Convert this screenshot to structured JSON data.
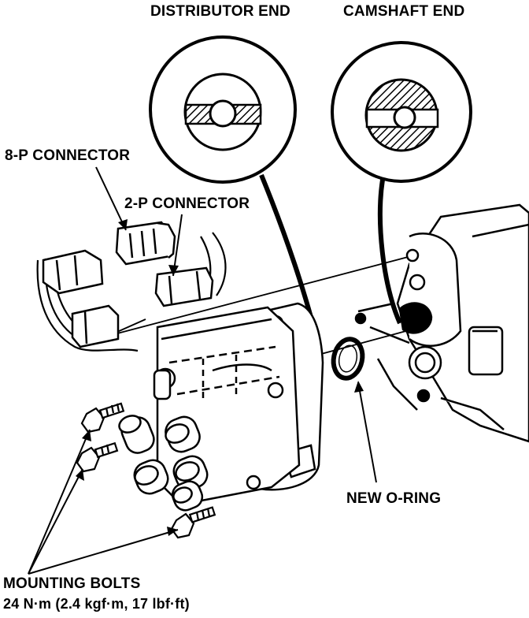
{
  "labels": {
    "distributor_end": "DISTRIBUTOR END",
    "camshaft_end": "CAMSHAFT END",
    "connector_8p": "8-P CONNECTOR",
    "connector_2p": "2-P CONNECTOR",
    "new_oring": "NEW O-RING",
    "mounting_bolts": "MOUNTING BOLTS",
    "torque_spec": "24 N·m (2.4 kgf·m, 17 lbf·ft)"
  },
  "colors": {
    "ink": "#000000",
    "paper": "#ffffff"
  }
}
